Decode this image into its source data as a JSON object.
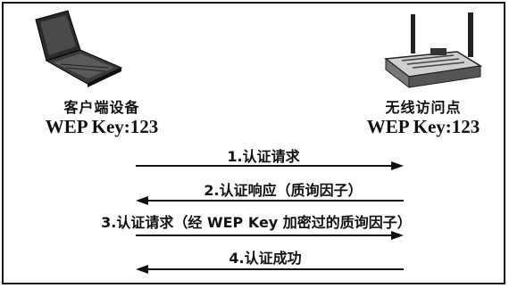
{
  "client": {
    "name": "客户端设备",
    "key": "WEP Key:123"
  },
  "access_point": {
    "name": "无线访问点",
    "key": "WEP Key:123"
  },
  "steps": [
    {
      "label": "1.认证请求",
      "direction": "right"
    },
    {
      "label": "2.认证响应（质询因子）",
      "direction": "left"
    },
    {
      "label": "3.认证请求（经 WEP Key 加密过的质询因子）",
      "direction": "right"
    },
    {
      "label": "4.认证成功",
      "direction": "left"
    }
  ]
}
